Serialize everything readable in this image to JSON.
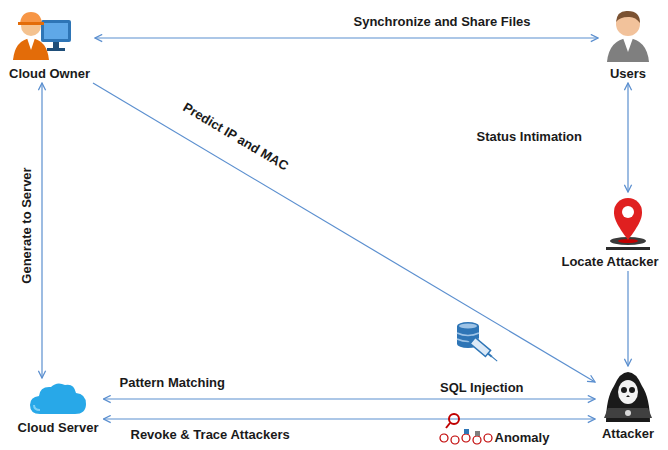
{
  "diagram": {
    "nodes": [
      {
        "text": [
          "Cloud Owner"
        ]
      },
      {
        "text": [
          "Users"
        ]
      },
      {
        "text": [
          "Locate Attacker"
        ]
      },
      {
        "text": [
          "Cloud Server"
        ]
      },
      {
        "text": [
          "Attacker"
        ]
      }
    ],
    "edges": [
      {
        "from": 0,
        "to": 1,
        "label": "Synchronize and Share Files",
        "arrow": "both"
      },
      {
        "from": 0,
        "to": 3,
        "label": "Generate to Server",
        "arrow": "both"
      },
      {
        "from": 0,
        "to": 4,
        "label": "Predict IP and MAC",
        "arrow": "to"
      },
      {
        "from": 1,
        "to": 2,
        "label": "Status Intimation",
        "arrow": "both"
      },
      {
        "from": 2,
        "to": 4,
        "arrow": "to"
      },
      {
        "from": 3,
        "to": 4,
        "label": "Pattern Matching",
        "arrow": "both"
      },
      {
        "from": 3,
        "to": 4,
        "label": "Revoke & Trace Attackers",
        "arrow": "both"
      }
    ],
    "labels": [
      "SQL Injection",
      "Anomaly"
    ]
  }
}
